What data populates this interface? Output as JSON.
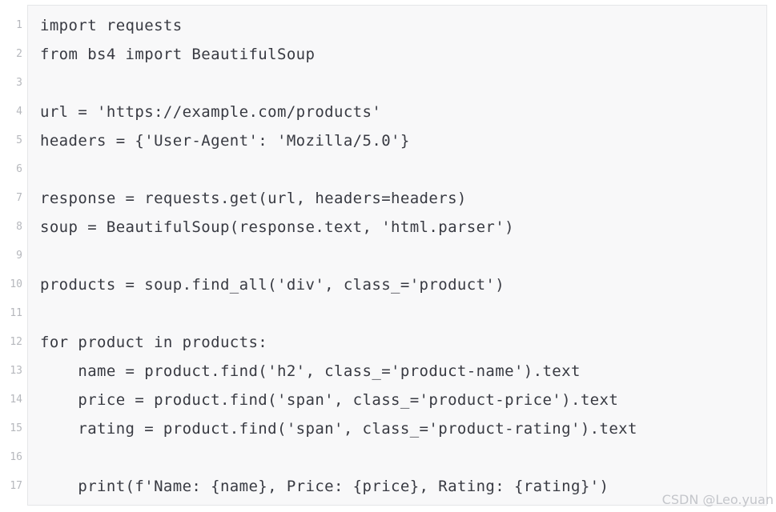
{
  "code_lines": [
    "import requests",
    "from bs4 import BeautifulSoup",
    "",
    "url = 'https://example.com/products'",
    "headers = {'User-Agent': 'Mozilla/5.0'}",
    "",
    "response = requests.get(url, headers=headers)",
    "soup = BeautifulSoup(response.text, 'html.parser')",
    "",
    "products = soup.find_all('div', class_='product')",
    "",
    "for product in products:",
    "    name = product.find('h2', class_='product-name').text",
    "    price = product.find('span', class_='product-price').text",
    "    rating = product.find('span', class_='product-rating').text",
    "",
    "    print(f'Name: {name}, Price: {price}, Rating: {rating}')"
  ],
  "line_numbers": [
    "1",
    "2",
    "3",
    "4",
    "5",
    "6",
    "7",
    "8",
    "9",
    "10",
    "11",
    "12",
    "13",
    "14",
    "15",
    "16",
    "17"
  ],
  "watermark": "CSDN @Leo.yuan",
  "colors": {
    "code_background": "#f8f8f9",
    "code_text": "#383a42",
    "line_number": "#b6b8bd",
    "border": "#e5e6e8"
  }
}
